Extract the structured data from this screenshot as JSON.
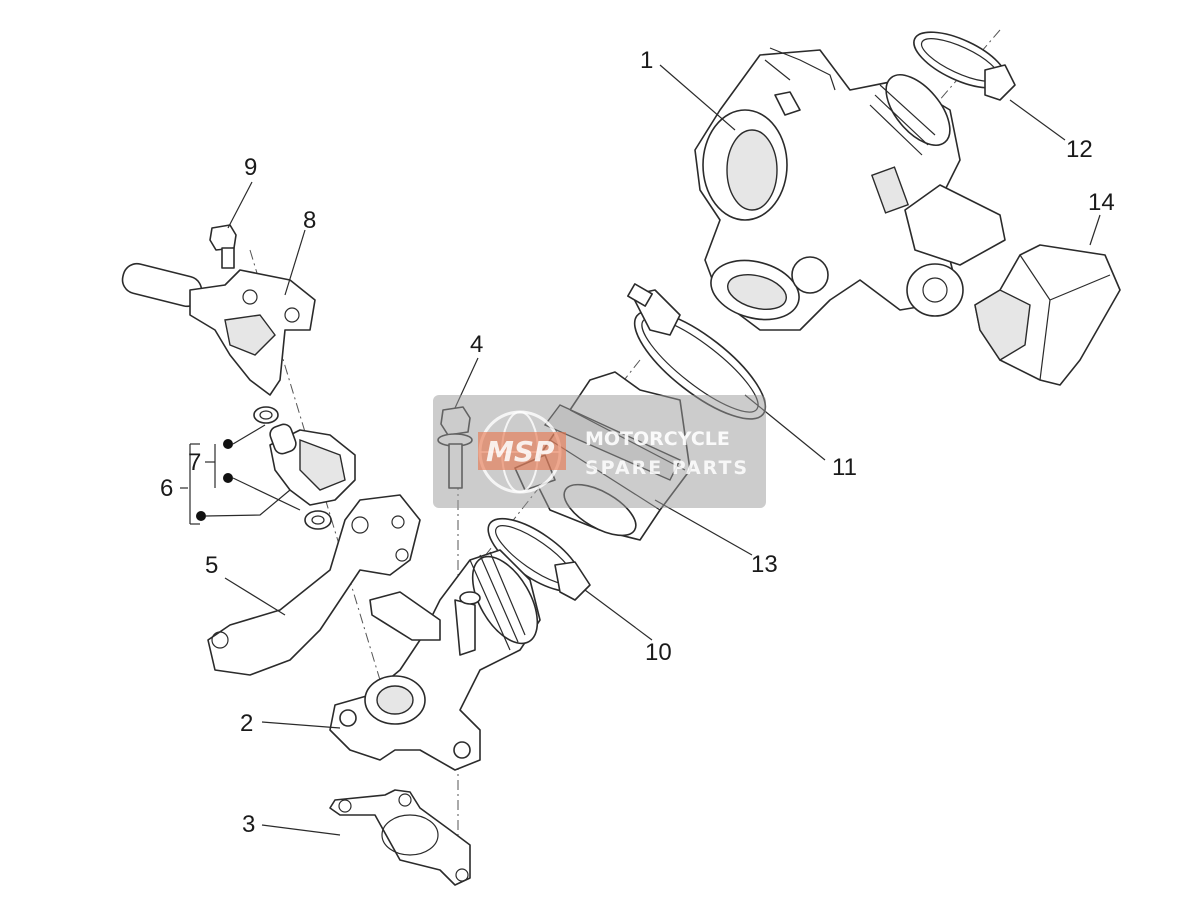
{
  "callouts": [
    {
      "id": "1",
      "label": "1"
    },
    {
      "id": "2",
      "label": "2"
    },
    {
      "id": "3",
      "label": "3"
    },
    {
      "id": "4",
      "label": "4"
    },
    {
      "id": "5",
      "label": "5"
    },
    {
      "id": "6",
      "label": "6"
    },
    {
      "id": "7",
      "label": "7"
    },
    {
      "id": "8",
      "label": "8"
    },
    {
      "id": "9",
      "label": "9"
    },
    {
      "id": "10",
      "label": "10"
    },
    {
      "id": "11",
      "label": "11"
    },
    {
      "id": "12",
      "label": "12"
    },
    {
      "id": "13",
      "label": "13"
    },
    {
      "id": "14",
      "label": "14"
    }
  ],
  "watermark": {
    "badge": "MSP",
    "line1": "MOTORCYCLE",
    "line2": "SPARE PARTS",
    "accent_color": "#e8734a"
  },
  "colors": {
    "line": "#2b2b2b",
    "fill": "#ffffff",
    "shade": "#e6e6e6"
  }
}
